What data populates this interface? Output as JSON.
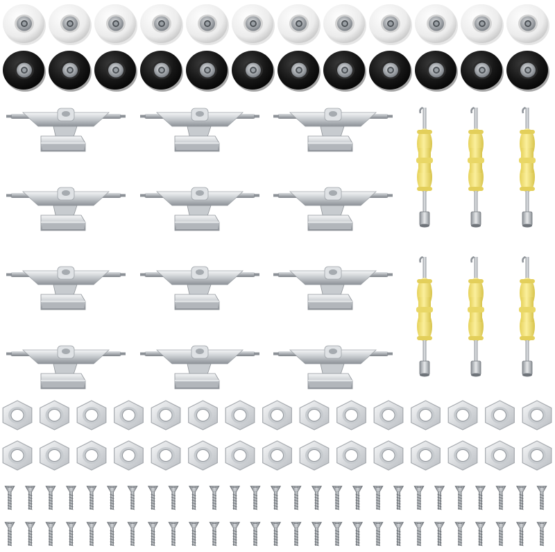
{
  "colors": {
    "background": "#ffffff",
    "white_wheel": "#f4f4f4",
    "white_wheel_shade": "#c9c9c9",
    "black_wheel": "#151515",
    "black_wheel_shade": "#3a3a3a",
    "bearing": "#b8bcc0",
    "bearing_dark": "#6e7378",
    "truck_light": "#eceef0",
    "truck_mid": "#bfc3c7",
    "truck_dark": "#8b9096",
    "tool_handle": "#f2e07a",
    "tool_handle_shade": "#d9c64e",
    "tool_metal": "#c3c6ca",
    "nut_face": "#e6e8ea",
    "nut_edge": "#a4a8ad",
    "screw": "#9ea3a8",
    "screw_dark": "#5f646a"
  },
  "items": {
    "white_wheels": 12,
    "black_wheels": 12,
    "trucks": 12,
    "tools": 6,
    "nuts": 30,
    "screws": 54
  }
}
